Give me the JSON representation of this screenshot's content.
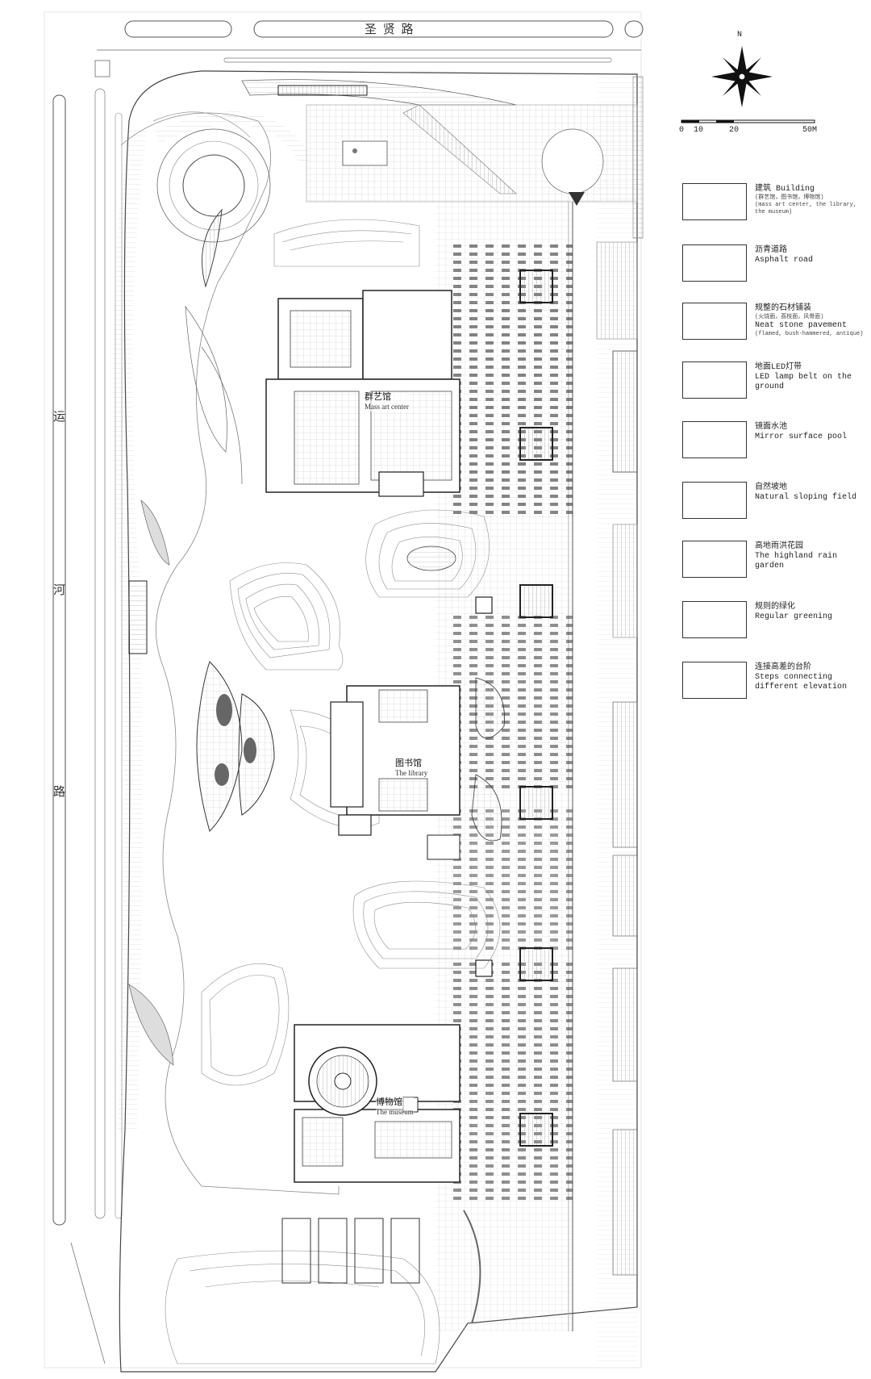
{
  "roads": {
    "north": "圣 贤 路",
    "west": [
      "运",
      "河",
      "路"
    ]
  },
  "buildings": [
    {
      "cn": "群艺馆",
      "en": "Mass art center"
    },
    {
      "cn": "图书馆",
      "en": "The library"
    },
    {
      "cn": "博物馆",
      "en": "The museum"
    }
  ],
  "compass": {
    "north": "N"
  },
  "scale": {
    "ticks": [
      "0",
      "10",
      "20",
      "50M"
    ]
  },
  "legend": [
    {
      "id": "building",
      "cn": "建筑 Building",
      "note": "(群艺馆，图书馆，博物馆)",
      "en": "(mass art center, the library, the museum)"
    },
    {
      "id": "asphalt",
      "cn": "沥青道路",
      "en": "Asphalt road"
    },
    {
      "id": "stone",
      "cn": "规整的石材铺装",
      "note": "(火烧面，荔枝面，风骨面)",
      "en": "Neat stone pavement",
      "sub": "(flamed, bush-hammered, antique)"
    },
    {
      "id": "led",
      "cn": "地面LED灯带",
      "en": "LED lamp belt on the ground"
    },
    {
      "id": "pool",
      "cn": "镜面水池",
      "en": "Mirror surface pool"
    },
    {
      "id": "slope",
      "cn": "自然坡地",
      "en": "Natural sloping field"
    },
    {
      "id": "rain",
      "cn": "高地雨洪花园",
      "en": "The highland rain garden"
    },
    {
      "id": "green",
      "cn": "规则的绿化",
      "en": "Regular greening"
    },
    {
      "id": "steps",
      "cn": "连接高差的台阶",
      "en": "Steps connecting different elevation"
    }
  ]
}
